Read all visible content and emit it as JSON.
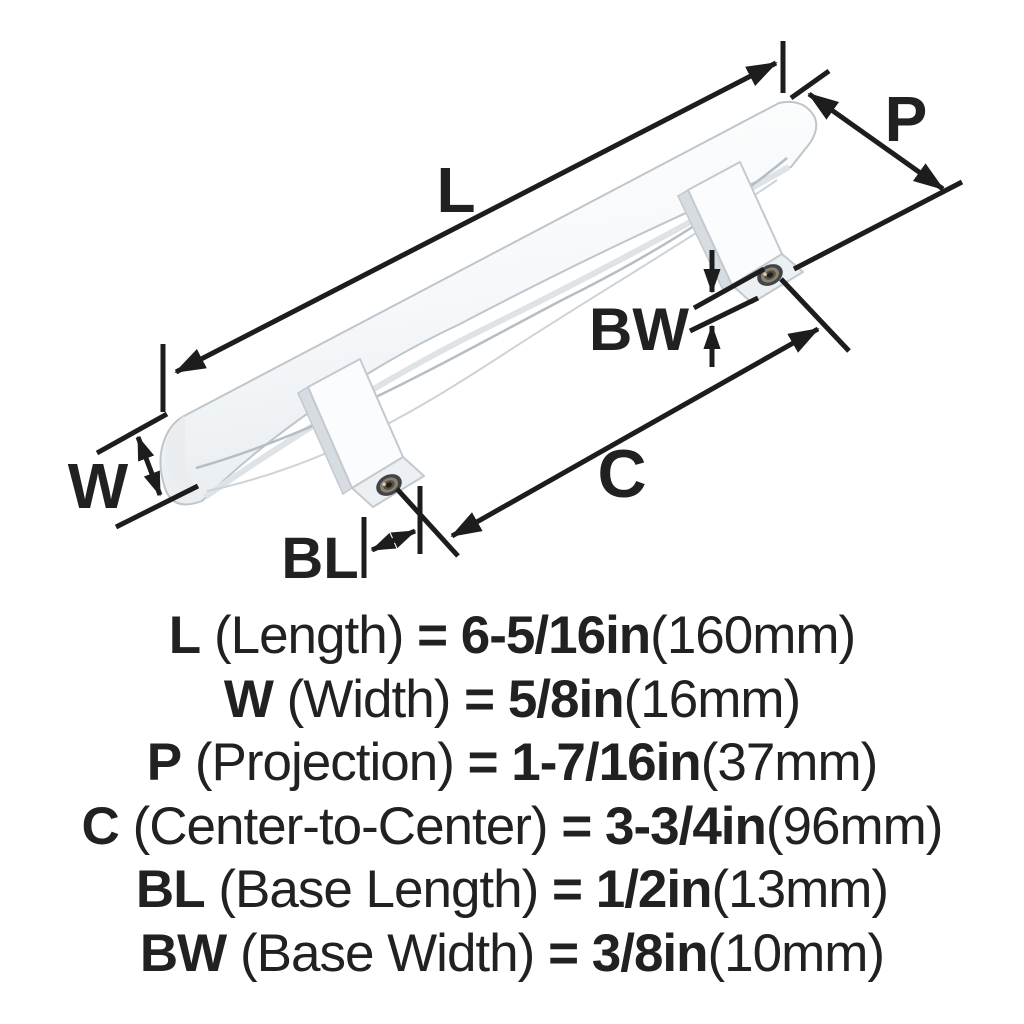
{
  "specs": [
    {
      "symbol": "L",
      "name": "(Length)",
      "equals_value": "= 6-5/16in",
      "metric": "(160mm)"
    },
    {
      "symbol": "W",
      "name": "(Width)",
      "equals_value": "= 5/8in",
      "metric": "(16mm)"
    },
    {
      "symbol": "P",
      "name": "(Projection)",
      "equals_value": "= 1-7/16in",
      "metric": "(37mm)"
    },
    {
      "symbol": "C",
      "name": "(Center-to-Center)",
      "equals_value": "= 3-3/4in",
      "metric": "(96mm)"
    },
    {
      "symbol": "BL",
      "name": "(Base Length)",
      "equals_value": "= 1/2in",
      "metric": "(13mm)"
    },
    {
      "symbol": "BW",
      "name": "(Base Width)",
      "equals_value": "= 3/8in",
      "metric": "(10mm)"
    }
  ],
  "colors": {
    "dimension_line": "#1d1d1d",
    "text": "#212121",
    "handle_fill": "#fbfcfd",
    "handle_outline": "#bfc6cb",
    "screw_brass": "#8a8170"
  }
}
